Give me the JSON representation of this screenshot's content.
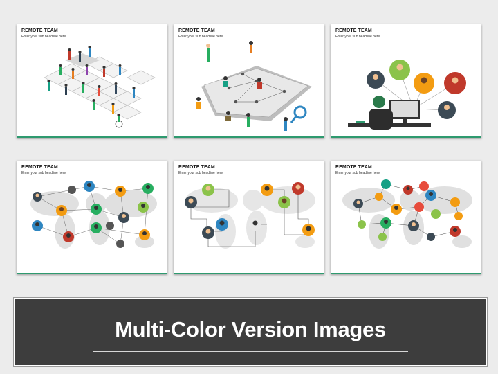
{
  "slides": [
    {
      "title": "REMOTE TEAM",
      "subtitle": "Enter your sub headline here"
    },
    {
      "title": "REMOTE TEAM",
      "subtitle": "Enter your sub headline here"
    },
    {
      "title": "REMOTE TEAM",
      "subtitle": "Enter your sub headline here"
    },
    {
      "title": "REMOTE TEAM",
      "subtitle": "Enter your sub headline here"
    },
    {
      "title": "REMOTE TEAM",
      "subtitle": "Enter your sub headline here"
    },
    {
      "title": "REMOTE TEAM",
      "subtitle": "Enter your sub headline here"
    }
  ],
  "banner": {
    "text": "Multi-Color Version Images"
  },
  "colors": {
    "accent_line": "#2e9a6f",
    "banner_bg": "#3d3d3d"
  }
}
